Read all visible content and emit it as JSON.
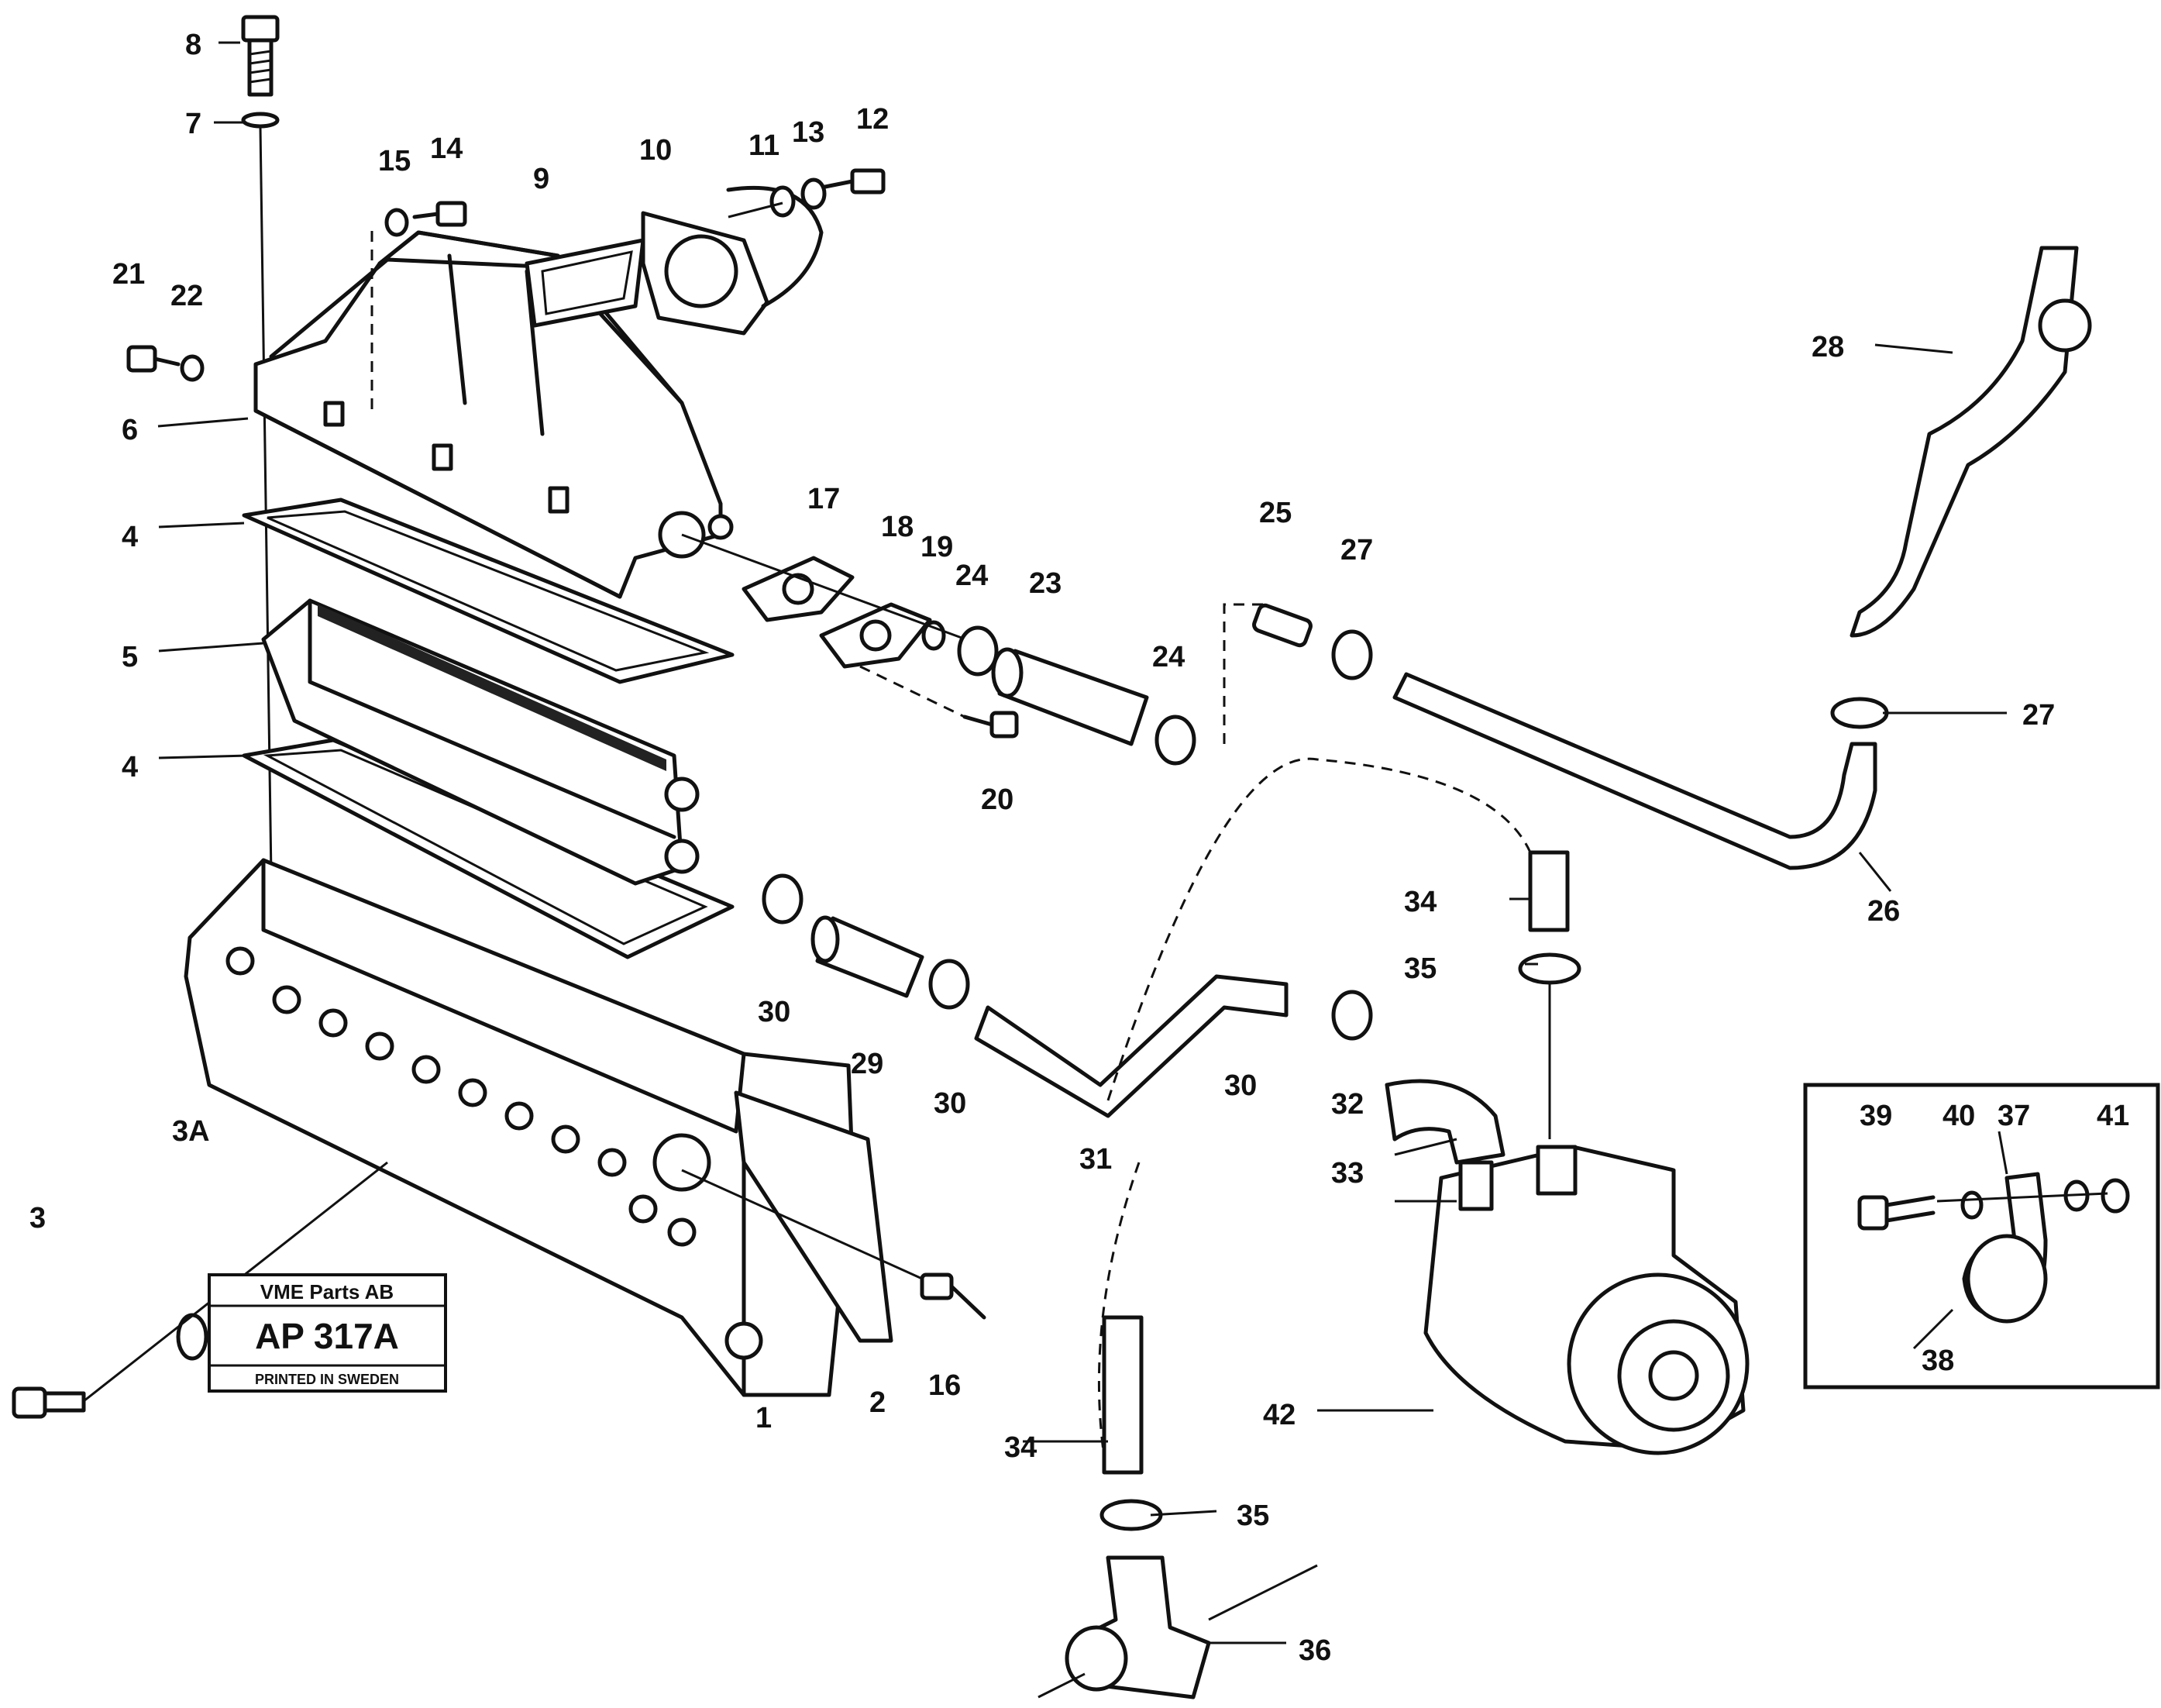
{
  "stamp": {
    "company": "VME Parts AB",
    "code": "AP 317A",
    "footer": "PRINTED IN SWEDEN"
  },
  "labels": [
    "1",
    "2",
    "3",
    "3A",
    "4",
    "4",
    "5",
    "6",
    "7",
    "8",
    "9",
    "10",
    "11",
    "12",
    "13",
    "14",
    "15",
    "16",
    "17",
    "18",
    "19",
    "20",
    "21",
    "22",
    "23",
    "24",
    "24",
    "25",
    "26",
    "27",
    "27",
    "28",
    "29",
    "30",
    "30",
    "30",
    "31",
    "32",
    "33",
    "34",
    "34",
    "35",
    "35",
    "36",
    "37",
    "38",
    "39",
    "40",
    "41",
    "42"
  ]
}
